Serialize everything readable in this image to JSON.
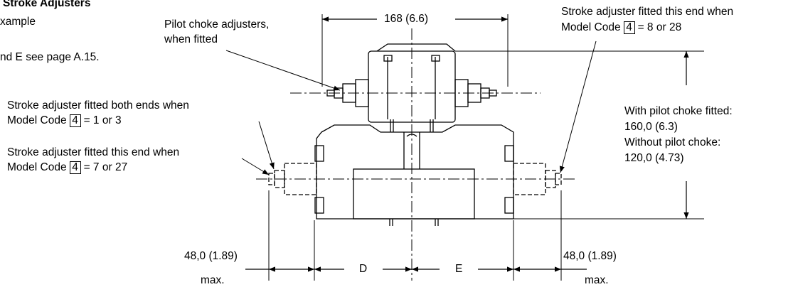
{
  "header": {
    "title": "Stroke Adjusters",
    "example": "xample",
    "see_page": "nd E see page A.15."
  },
  "callouts": {
    "pilot_choke": {
      "line1": "Pilot choke adjusters,",
      "line2": "when fitted"
    },
    "top_right": {
      "line1": "Stroke adjuster fitted this end when",
      "line2_pre": "Model Code",
      "box": "4",
      "line2_post": "= 8 or 28"
    },
    "both_ends": {
      "line1": "Stroke adjuster fitted both ends when",
      "line2_pre": "Model Code",
      "box": "4",
      "line2_post": "= 1 or 3"
    },
    "this_end": {
      "line1": "Stroke adjuster fitted this end when",
      "line2_pre": "Model Code",
      "box": "4",
      "line2_post": "= 7 or 27"
    }
  },
  "dimensions": {
    "top_width": "168 (6.6)",
    "height_with_label": "With pilot choke fitted:",
    "height_with_value": "160,0 (6.3)",
    "height_without_label": "Without pilot choke:",
    "height_without_value": "120,0 (4.73)",
    "left_max_value": "48,0 (1.89)",
    "left_max_suffix": "max.",
    "right_max_value": "48,0 (1.89)",
    "right_max_suffix": "max.",
    "d_label": "D",
    "e_label": "E"
  }
}
